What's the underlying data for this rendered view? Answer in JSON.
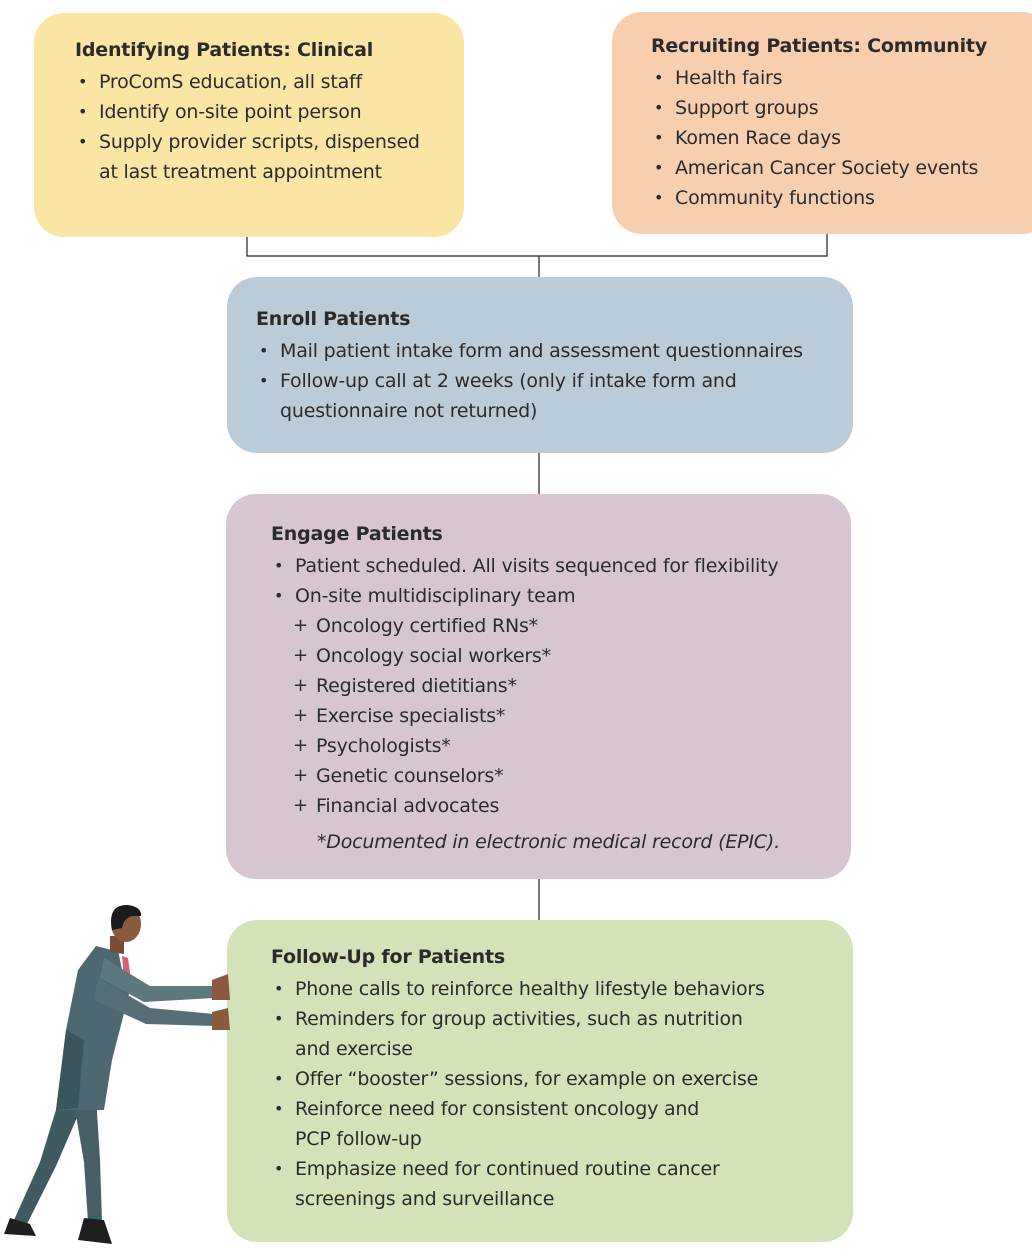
{
  "clinical": {
    "title": "Identifying Patients: Clinical",
    "items": [
      "ProComS education, all staff",
      "Identify on-site point person",
      "Supply provider scripts, dispensed at last treatment appointment"
    ]
  },
  "community": {
    "title": "Recruiting Patients: Community",
    "items": [
      "Health fairs",
      "Support groups",
      "Komen Race days",
      "American Cancer Society events",
      "Community functions"
    ]
  },
  "enroll": {
    "title": "Enroll Patients",
    "items": [
      "Mail patient intake form and assessment questionnaires",
      "Follow-up call at 2 weeks (only if intake form and questionnaire not returned)"
    ]
  },
  "engage": {
    "title": "Engage Patients",
    "items": [
      "Patient scheduled. All visits sequenced for flexibility",
      "On-site multidisciplinary team"
    ],
    "team": [
      "Oncology certified RNs*",
      "Oncology social workers*",
      "Registered dietitians*",
      "Exercise specialists*",
      "Psychologists*",
      "Genetic counselors*",
      "Financial advocates"
    ],
    "note": "*Documented in electronic medical record (EPIC)."
  },
  "followup": {
    "title": "Follow-Up for Patients",
    "items": [
      "Phone calls to reinforce healthy lifestyle behaviors",
      "Reminders for group activities, such as nutrition and exercise",
      "Offer “booster” sessions, for example on exercise",
      "Reinforce need for consistent oncology and PCP follow-up",
      "Emphasize need for continued routine cancer screenings and surveillance"
    ]
  },
  "colors": {
    "clinical": "#fbe5a5",
    "community": "#f8cfae",
    "enroll": "#bccbd8",
    "engage": "#d7c6d2",
    "followup": "#d4e2b7"
  }
}
